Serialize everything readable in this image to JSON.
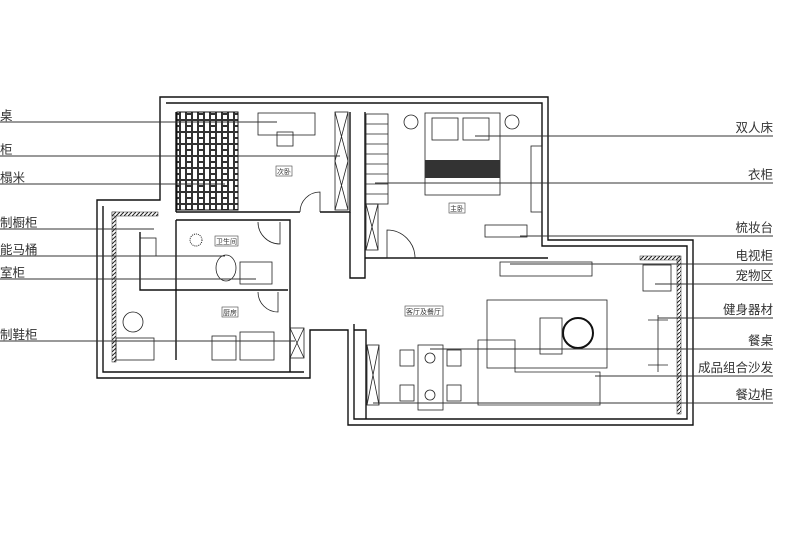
{
  "rooms": {
    "second_bedroom": "次卧",
    "master_bedroom": "主卧",
    "bathroom": "卫生间",
    "kitchen": "厨房",
    "living_dining": "客厅及餐厅"
  },
  "left_labels": [
    "桌",
    "柜",
    "榻米",
    "制橱柜",
    "能马桶",
    "室柜",
    "制鞋柜"
  ],
  "right_labels": [
    "双人床",
    "衣柜",
    "梳妆台",
    "电视柜",
    "宠物区",
    "健身器材",
    "餐桌",
    "成品组合沙发",
    "餐边柜"
  ]
}
